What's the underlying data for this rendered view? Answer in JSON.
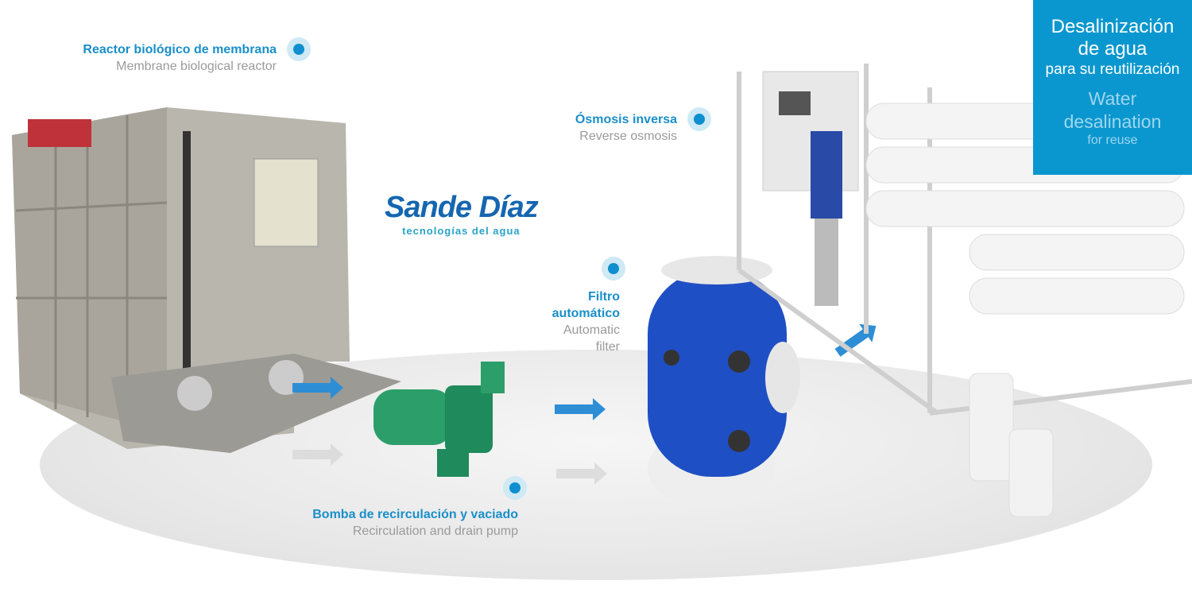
{
  "logo": {
    "name": "Sande Díaz",
    "tagline": "tecnologías del agua"
  },
  "title_box": {
    "es_line1": "Desalinización",
    "es_line2": "de agua",
    "es_line3": "para su reutilización",
    "en_line1": "Water",
    "en_line2": "desalination",
    "en_line3": "for reuse"
  },
  "labels": {
    "reactor": {
      "es": "Reactor biológico de membrana",
      "en": "Membrane biological reactor"
    },
    "osmosis": {
      "es": "Ósmosis inversa",
      "en": "Reverse osmosis"
    },
    "filter": {
      "es_1": "Filtro",
      "es_2": "automático",
      "en_1": "Automatic",
      "en_2": "filter"
    },
    "pump": {
      "es": "Bomba de recirculación y vaciado",
      "en": "Recirculation and drain pump"
    }
  },
  "colors": {
    "accent": "#0a97cf",
    "label": "#1a8fc9"
  }
}
